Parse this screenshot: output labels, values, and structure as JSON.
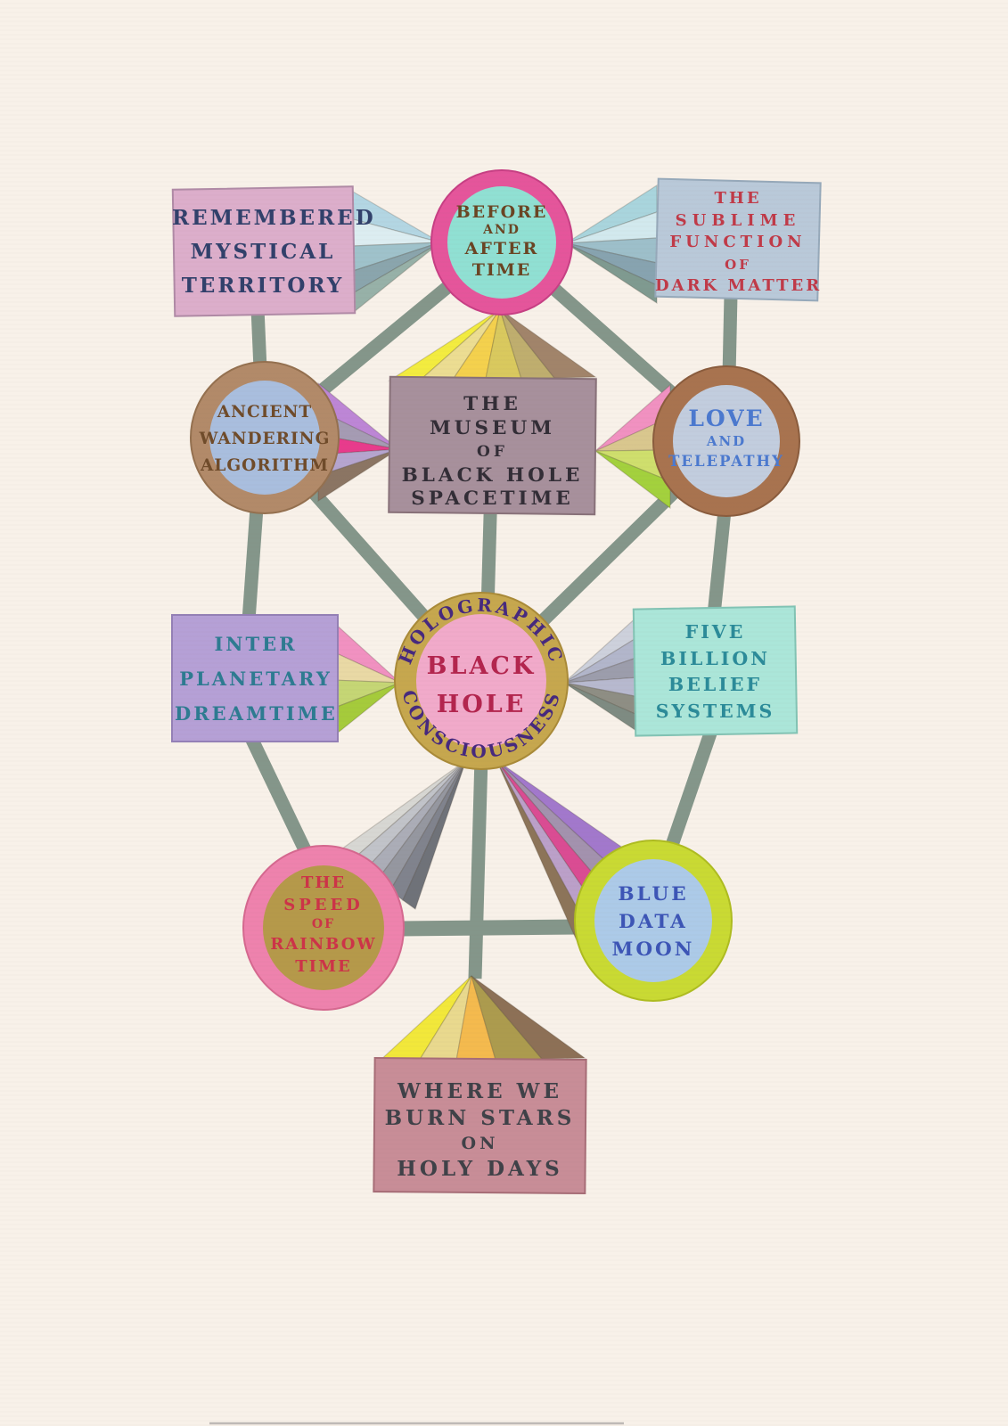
{
  "artwork": {
    "description": "watercolor tree-of-life style diagram of connected mystical nodes",
    "background_color": "#f8f1e9",
    "connector_color": "#84968a"
  },
  "nodes": {
    "remembered_mystical_territory": {
      "shape": "rectangle",
      "fill": "#dcaecb",
      "text_color": "#31406b",
      "lines": [
        "REMEMBERED",
        "MYSTICAL",
        "TERRITORY"
      ]
    },
    "before_and_after_time": {
      "shape": "circle",
      "ring_color": "#e5559b",
      "fill": "#90e0d3",
      "text_color": "#6a4423",
      "lines": [
        "BEFORE",
        "AND",
        "AFTER",
        "TIME"
      ]
    },
    "the_sublime_function_of_dark_matter": {
      "shape": "rectangle",
      "fill": "#b9c9d9",
      "text_color": "#c03a48",
      "lines": [
        "THE",
        "SUBLIME",
        "FUNCTION",
        "OF",
        "DARK MATTER"
      ]
    },
    "ancient_wandering_algorithm": {
      "shape": "circle",
      "ring_color": "#b28a69",
      "fill": "#a9bede",
      "text_color": "#6f4b2a",
      "lines": [
        "ANCIENT",
        "WANDERING",
        "ALGORITHM"
      ]
    },
    "the_museum_of_black_hole_spacetime": {
      "shape": "rectangle",
      "fill": "#a7909c",
      "text_color": "#322d36",
      "lines": [
        "THE",
        "MUSEUM",
        "OF",
        "BLACK HOLE",
        "SPACETIME"
      ]
    },
    "love_and_telepathy": {
      "shape": "circle",
      "ring_color": "#a8734f",
      "fill": "#c2cdde",
      "text_color": "#4b79cf",
      "lines": [
        "LOVE",
        "AND",
        "TELEPATHY"
      ]
    },
    "inter_planetary_dreamtime": {
      "shape": "rectangle",
      "fill": "#b5a0d6",
      "text_color": "#2d7b91",
      "lines": [
        "INTER",
        "PLANETARY",
        "DREAMTIME"
      ]
    },
    "black_hole": {
      "shape": "circle",
      "ring_color": "#c6a74e",
      "fill": "#f1aaca",
      "text_color": "#b3254e",
      "ring_text_color": "#46297e",
      "ring_text_top": "HOLOGRAPHIC",
      "ring_text_bottom": "CONSCIOUSNESS",
      "lines": [
        "BLACK",
        "HOLE"
      ]
    },
    "five_billion_belief_systems": {
      "shape": "rectangle",
      "fill": "#abe6d9",
      "text_color": "#2b8b99",
      "lines": [
        "FIVE",
        "BILLION",
        "BELIEF",
        "SYSTEMS"
      ]
    },
    "the_speed_of_rainbow_time": {
      "shape": "circle",
      "ring_color": "#ee82ad",
      "fill": "#b5994a",
      "text_color": "#cd3348",
      "lines": [
        "THE",
        "SPEED",
        "OF",
        "RAINBOW",
        "TIME"
      ]
    },
    "blue_data_moon": {
      "shape": "circle",
      "ring_color": "#c9da33",
      "fill": "#accae8",
      "text_color": "#3c55b6",
      "lines": [
        "BLUE",
        "DATA",
        "MOON"
      ]
    },
    "where_we_burn_stars_on_holy_days": {
      "shape": "rectangle",
      "fill": "#c88d97",
      "text_color": "#3f4148",
      "lines": [
        "WHERE WE",
        "BURN STARS",
        "ON",
        "HOLY DAYS"
      ]
    }
  },
  "connections": [
    [
      "remembered_mystical_territory",
      "before_and_after_time"
    ],
    [
      "the_sublime_function_of_dark_matter",
      "before_and_after_time"
    ],
    [
      "remembered_mystical_territory",
      "ancient_wandering_algorithm"
    ],
    [
      "the_sublime_function_of_dark_matter",
      "love_and_telepathy"
    ],
    [
      "before_and_after_time",
      "ancient_wandering_algorithm"
    ],
    [
      "before_and_after_time",
      "love_and_telepathy"
    ],
    [
      "before_and_after_time",
      "the_museum_of_black_hole_spacetime"
    ],
    [
      "ancient_wandering_algorithm",
      "the_museum_of_black_hole_spacetime"
    ],
    [
      "love_and_telepathy",
      "the_museum_of_black_hole_spacetime"
    ],
    [
      "ancient_wandering_algorithm",
      "inter_planetary_dreamtime"
    ],
    [
      "love_and_telepathy",
      "five_billion_belief_systems"
    ],
    [
      "ancient_wandering_algorithm",
      "black_hole"
    ],
    [
      "love_and_telepathy",
      "black_hole"
    ],
    [
      "the_museum_of_black_hole_spacetime",
      "black_hole"
    ],
    [
      "inter_planetary_dreamtime",
      "black_hole"
    ],
    [
      "five_billion_belief_systems",
      "black_hole"
    ],
    [
      "inter_planetary_dreamtime",
      "the_speed_of_rainbow_time"
    ],
    [
      "five_billion_belief_systems",
      "blue_data_moon"
    ],
    [
      "black_hole",
      "the_speed_of_rainbow_time"
    ],
    [
      "black_hole",
      "blue_data_moon"
    ],
    [
      "the_speed_of_rainbow_time",
      "blue_data_moon"
    ],
    [
      "black_hole",
      "where_we_burn_stars_on_holy_days"
    ]
  ],
  "fan_palettes": {
    "museum_roof_rays": [
      "#f3ec3f",
      "#ecdd92",
      "#f4d14d",
      "#d9c95e",
      "#bfae6e",
      "#a1846a"
    ],
    "remembered_rays": [
      "#b3d6e3",
      "#dcedf1",
      "#9fc2cb",
      "#8aa5ad",
      "#97b1a8"
    ],
    "sublime_rays": [
      "#a9d5dd",
      "#d2e9ee",
      "#9dbfca",
      "#87a3b0",
      "#7f9a90"
    ],
    "ancient_rays": [
      "#bd86d6",
      "#a59bb3",
      "#e83b8c",
      "#b5a5cf",
      "#8b7563"
    ],
    "love_rays": [
      "#f191c1",
      "#d9c78e",
      "#cfdf6d",
      "#a3d13d"
    ],
    "interplanetary_rays": [
      "#f191c1",
      "#e9d9a5",
      "#c5d675",
      "#a5cb3b"
    ],
    "five_billion_rays": [
      "#cdd1dc",
      "#b2b6cb",
      "#9c9dac",
      "#b7b9cf",
      "#8e8e84",
      "#7e8b82"
    ],
    "speed_rays": [
      "#d7d7d3",
      "#c1c3c9",
      "#abadb7",
      "#9597a0",
      "#80838d",
      "#6f7279"
    ],
    "blue_moon_rays": [
      "#a278cc",
      "#a392ae",
      "#da4c93",
      "#bba0c9",
      "#8c7459"
    ],
    "burn_stars_rays": [
      "#f2e83a",
      "#e9d98e",
      "#f4ba4e",
      "#ac9b4e",
      "#8d7056"
    ]
  }
}
